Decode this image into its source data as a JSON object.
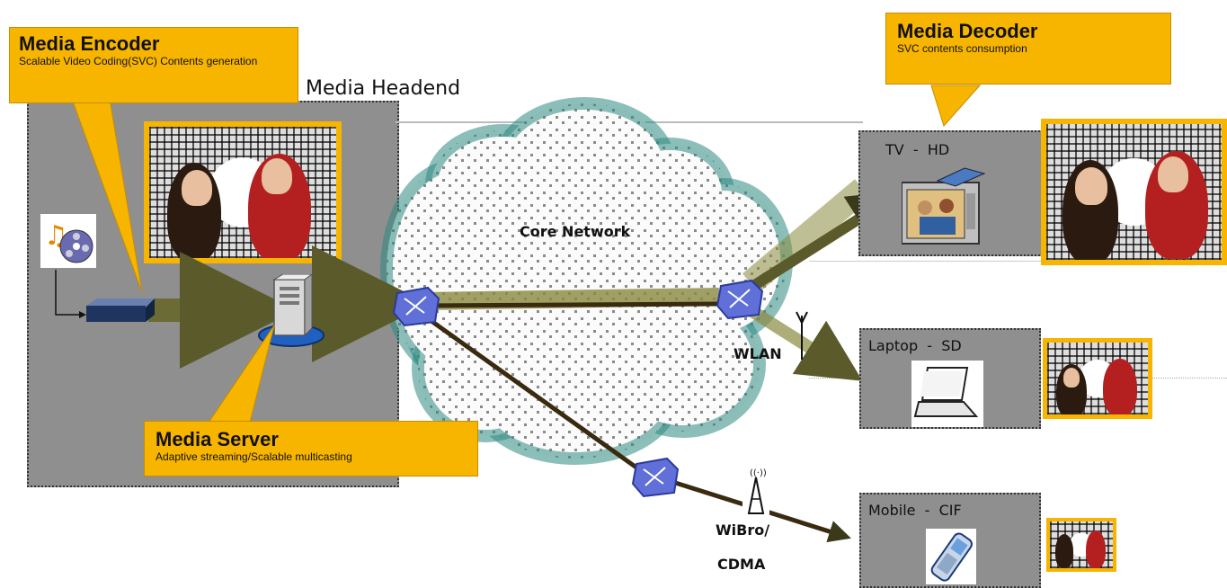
{
  "headend": {
    "label": "Media Headend"
  },
  "encoder": {
    "title": "Media Encoder",
    "subtitle": "Scalable Video Coding(SVC) Contents generation"
  },
  "server": {
    "title": "Media Server",
    "subtitle": "Adaptive streaming/Scalable multicasting"
  },
  "decoder": {
    "title": "Media Decoder",
    "subtitle": "SVC contents consumption"
  },
  "network": {
    "core_label": "Core Network",
    "wlan_label": "WLAN",
    "wibro_line1": "WiBro/",
    "wibro_line2": "CDMA"
  },
  "devices": [
    {
      "name": "TV",
      "resolution": "HD",
      "label": "TV  -  HD"
    },
    {
      "name": "Laptop",
      "resolution": "SD",
      "label": "Laptop  -  SD"
    },
    {
      "name": "Mobile",
      "resolution": "CIF",
      "label": "Mobile  -  CIF"
    }
  ],
  "colors": {
    "callout": "#f7b500",
    "panel": "#8f8f8f",
    "arrow": "#5a5a2a",
    "router": "#5566cc",
    "cloud_edge": "#2f8a82"
  },
  "icons": {
    "media": "media-files-icon",
    "encoder": "encoder-device-icon",
    "server": "server-icon",
    "router": "router-icon",
    "antenna": "antenna-icon",
    "tv": "tv-icon",
    "laptop": "laptop-icon",
    "mobile": "mobile-phone-icon"
  }
}
